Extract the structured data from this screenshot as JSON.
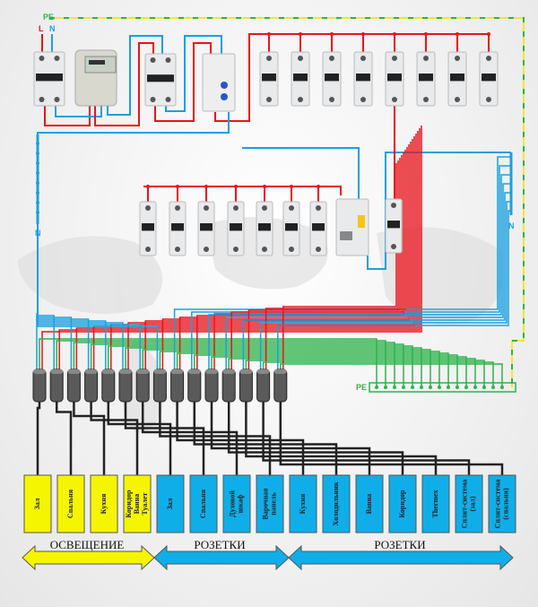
{
  "labels": {
    "pe_top": "PE",
    "l": "L",
    "n": "N",
    "n_left_bus": "N",
    "n_right_bus": "N",
    "pe_bar": "PE"
  },
  "colors": {
    "phase": "#e8141c",
    "neutral": "#1aa0e0",
    "earth": "#2db34a",
    "earth_stripe": "#f2e536",
    "load_wire": "#222222",
    "lighting": "#f5f500",
    "sockets": "#10aee8"
  },
  "devices": {
    "top_row": [
      "main-breaker-2p",
      "electricity-meter",
      "breaker-2p",
      "voltage-relay",
      "breaker",
      "breaker",
      "breaker",
      "breaker",
      "breaker",
      "breaker",
      "breaker",
      "breaker"
    ],
    "middle_row": [
      "breaker",
      "breaker",
      "breaker",
      "breaker",
      "breaker",
      "breaker",
      "breaker",
      "rcd",
      "breaker"
    ]
  },
  "circuits": [
    {
      "group": "lighting",
      "label": "Зал"
    },
    {
      "group": "lighting",
      "label": "Спальня"
    },
    {
      "group": "lighting",
      "label": "Кухня"
    },
    {
      "group": "lighting",
      "label": "Коридор Ванна Туалет"
    },
    {
      "group": "sockets",
      "label": "Зал"
    },
    {
      "group": "sockets",
      "label": "Спальня"
    },
    {
      "group": "sockets",
      "label": "Духовой шкаф"
    },
    {
      "group": "sockets",
      "label": "Варочная панель"
    },
    {
      "group": "sockets",
      "label": "Кухня"
    },
    {
      "group": "sockets",
      "label": "Холодильник"
    },
    {
      "group": "sockets",
      "label": "Ванна"
    },
    {
      "group": "sockets",
      "label": "Коридор"
    },
    {
      "group": "sockets",
      "label": "Thermex"
    },
    {
      "group": "sockets",
      "label": "Сплит-система (зал)"
    },
    {
      "group": "sockets",
      "label": "Сплит-система (спальня)"
    }
  ],
  "groups": [
    {
      "label": "ОСВЕЩЕНИЕ",
      "color": "#f5f500"
    },
    {
      "label": "РОЗЕТКИ",
      "color": "#10aee8"
    },
    {
      "label": "РОЗЕТКИ",
      "color": "#10aee8"
    }
  ]
}
